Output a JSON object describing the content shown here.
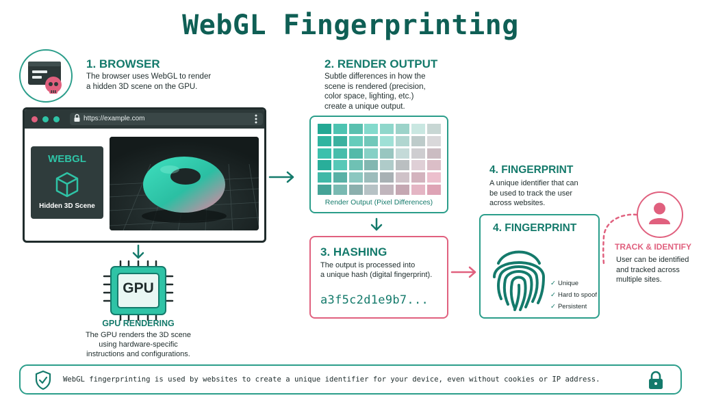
{
  "title": "WebGL Fingerprinting",
  "step1": {
    "title": "1. BROWSER",
    "desc": [
      "The browser uses WebGL to render",
      "a hidden 3D scene on the GPU."
    ],
    "url": "https://example.com",
    "webgl_label": "WEBGL",
    "scene_label": "Hidden 3D Scene",
    "icon": "browser-skull-icon"
  },
  "step2": {
    "title": "2. RENDER OUTPUT",
    "desc": [
      "Subtle differences in how the",
      "scene is rendered (precision,",
      "color space, lighting, etc.)",
      "create a unique output."
    ],
    "caption": "Render Output (Pixel Differences)"
  },
  "gpu": {
    "chip_label": "GPU",
    "title": "GPU RENDERING",
    "desc": [
      "The GPU renders the 3D scene",
      "using hardware-specific",
      "instructions and configurations."
    ]
  },
  "step3": {
    "title": "3. HASHING",
    "desc": [
      "The output is processed into",
      "a unique hash (digital fingerprint)."
    ],
    "hash": "a3f5c2d1e9b7..."
  },
  "step4": {
    "title": "4. FINGERPRINT",
    "desc": [
      "A unique identifier that can",
      "be used to track the user",
      "across websites."
    ],
    "box_title": "4. FINGERPRINT",
    "checks": [
      "Unique",
      "Hard to spoof",
      "Persistent"
    ]
  },
  "track": {
    "title": "TRACK & IDENTIFY",
    "desc": [
      "User can be identified",
      "and tracked across",
      "multiple sites."
    ]
  },
  "banner": {
    "text": "WebGL fingerprinting is used by websites to create a unique identifier for your device, even without cookies or IP address."
  },
  "colors": {
    "teal": "#147a6b",
    "teal_light": "#2fc3a6",
    "pink": "#e0607e",
    "dark": "#1f2b2b"
  }
}
